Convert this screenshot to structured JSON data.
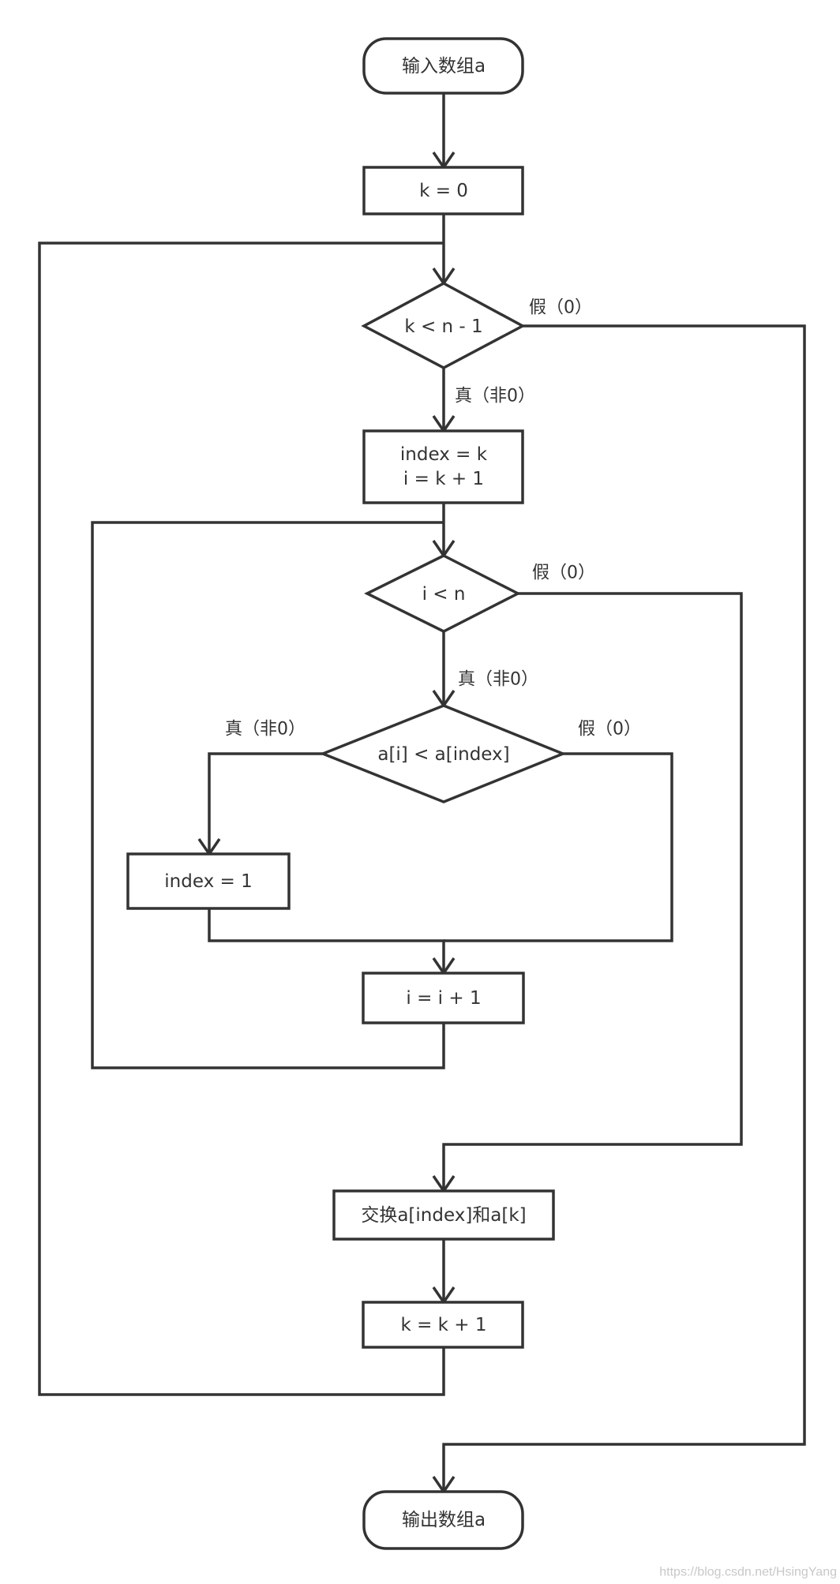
{
  "nodes": {
    "start": "输入数组a",
    "init_k": "k = 0",
    "cond_outer": "k < n - 1",
    "init_index_line1": "index = k",
    "init_index_line2": "i = k + 1",
    "cond_inner": "i < n",
    "cond_compare": "a[i] < a[index]",
    "assign_index": "index = 1",
    "inc_i": "i = i + 1",
    "swap": "交换a[index]和a[k]",
    "inc_k": "k = k + 1",
    "end": "输出数组a"
  },
  "labels": {
    "outer_false": "假（0）",
    "outer_true": "真（非0）",
    "inner_false": "假（0）",
    "inner_true": "真（非0）",
    "compare_true": "真（非0）",
    "compare_false": "假（0）"
  },
  "watermark": "https://blog.csdn.net/HsingYang",
  "colors": {
    "stroke": "#333333",
    "background": "#ffffff"
  }
}
